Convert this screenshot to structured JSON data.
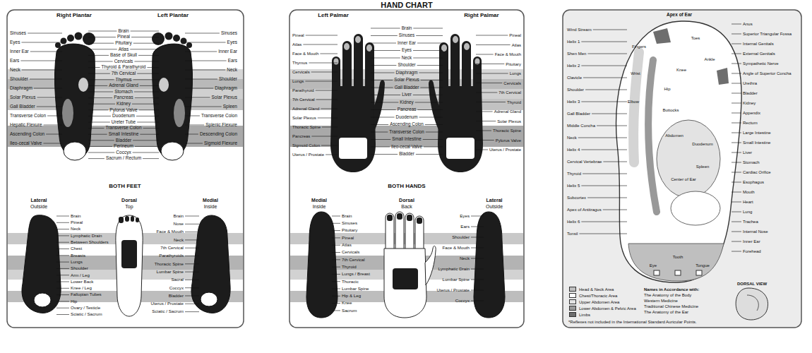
{
  "diagram": {
    "labels": [
      "HAND CHART",
      "Right Plantar",
      "Left Plantar",
      "Brain",
      "Pineal",
      "Pituitary",
      "Atlas",
      "Base of Skull",
      "Cervicals",
      "Thyroid & Parathyroid",
      "7th Cervical",
      "Thymus",
      "Adrenal Gland",
      "Stomach",
      "Pancreas",
      "Kidney",
      "Pylorus Valve",
      "Duodenum",
      "Ureter Tube",
      "Transverse Colon",
      "Small Intestine",
      "Bladder",
      "Perineum",
      "Coccyx",
      "Sacrum / Rectum",
      "Sinuses",
      "Eyes",
      "Inner Ear",
      "Ears",
      "Neck",
      "Shoulder",
      "Diaphragm",
      "Solar Plexus",
      "Gall Bladder",
      "Transverse Colon",
      "Hepatic Flexure",
      "Ascending Colon",
      "Ileo-cecal Valve",
      "Sinuses",
      "Eyes",
      "Inner Ear",
      "Ears",
      "Neck",
      "Shoulder",
      "Diaphragm",
      "Solar Plexus",
      "Spleen",
      "Transverse Colon",
      "Splenic Flexure",
      "Descending Colon",
      "Sigmoid Flexure",
      "BOTH FEET",
      "Lateral",
      "Outside",
      "Dorsal",
      "Top",
      "Medial",
      "Inside",
      "Brain",
      "Pineal",
      "Neck",
      "Lymphatic Drain",
      "Between Shoulders",
      "Chest",
      "Breasts",
      "Lungs",
      "Shoulder",
      "Arm / Leg",
      "Lower Back",
      "Knee / Leg",
      "Fallopian Tubes",
      "Hip",
      "Ovary / Testicle",
      "Sciatic / Sacrum",
      "Brain",
      "Nose",
      "Face & Mouth",
      "Neck",
      "7th Cervical",
      "Parathyroids",
      "Thoracic Spine",
      "Lumbar Spine",
      "Sacral",
      "Coccyx",
      "Bladder",
      "Uterus / Prostate",
      "Sciatic / Sacrum",
      "Left Palmar",
      "Right Palmar",
      "Brain",
      "Sinuses",
      "Inner Ear",
      "Eyes",
      "Neck",
      "Shoulder",
      "Diaphragm",
      "Solar Plexus",
      "Gall Bladder",
      "Liver",
      "Kidney",
      "Pancreas",
      "Duodenum",
      "Ascending Colon",
      "Transverse Colon",
      "Small Intestine",
      "Ileo-cecal Valve",
      "Bladder",
      "Pineal",
      "Atlas",
      "Face & Mouth",
      "Thymus",
      "Cervicals",
      "Lungs",
      "Parathyroid",
      "7th Cervical",
      "Adrenal Gland",
      "Solar Plexus",
      "Thoracic Spine",
      "Pancreas",
      "Sigmoid Colon",
      "Uterus / Prostate",
      "Pineal",
      "Atlas",
      "Face & Mouth",
      "Pituitary",
      "Lungs",
      "Cervicals",
      "7th Cervical",
      "Thyroid",
      "Adrenal Gland",
      "Solar Plexus",
      "Thoracic Spine",
      "Pylorus Valve",
      "Uterus / Prostate",
      "BOTH HANDS",
      "Medial",
      "Inside",
      "Dorsal",
      "Back",
      "Lateral",
      "Outside",
      "Brain",
      "Sinuses",
      "Pituitary",
      "Pineal",
      "Atlas",
      "Cervicals",
      "7th Cervical",
      "Thyroid",
      "Lungs / Breast",
      "Thoracic",
      "Lumbar Spine",
      "Hip & Leg",
      "Knee",
      "Sacrum",
      "Eyes",
      "Ears",
      "Shoulder",
      "Face & Mouth",
      "Neck",
      "Lymphatic Drain",
      "Lumbar Spine",
      "Uterus / Prostate",
      "Coccyx",
      "Apex of Ear",
      "Anus",
      "Superior Triangular Fossa",
      "Internal Genitals",
      "External Genitals",
      "Sympathetic Nerve",
      "Angle of Superior Concha",
      "Urethra",
      "Bladder",
      "Kidney",
      "Appendix",
      "Rectum",
      "Large Intestine",
      "Small Intestine",
      "Liver",
      "Stomach",
      "Cardiac Orifice",
      "Esophagus",
      "Mouth",
      "Heart",
      "Lung",
      "Trachea",
      "Internal Nose",
      "Inner Ear",
      "Forehead",
      "Wind Stream",
      "Helix 1",
      "Shen Men",
      "Helix 2",
      "Clavicle",
      "Shoulder",
      "Helix 3",
      "Gall Bladder",
      "Middle Concha",
      "Neck",
      "Helix 4",
      "Cervical Vertebrae",
      "Thyroid",
      "Helix 5",
      "Subcortex",
      "Apex of Antitragus",
      "Helix 6",
      "Tonsil",
      "Fingers",
      "Wrist",
      "Elbow",
      "Toes",
      "Ankle",
      "Knee",
      "Hip",
      "Buttocks",
      "Abdomen",
      "Duodenum",
      "Spleen",
      "Center of Ear",
      "Eye",
      "Tooth",
      "Tongue",
      "DORSAL VIEW",
      "Names in Accordance with:",
      "The Anatomy of the Body",
      "Western Medicine",
      "Traditional Chinese Medicine",
      "The Anatomy of the Ear",
      "*Reflexes not included in the International Standard Auricular Points."
    ],
    "legend": [
      {
        "text": "Head & Neck Area",
        "color": "#bfbfbf"
      },
      {
        "text": "Chest/Thoracic Area",
        "color": "#ffffff"
      },
      {
        "text": "Upper Abdomen Area",
        "color": "#e3e3e3"
      },
      {
        "text": "Lower Abdomen & Pelvic Area",
        "color": "#999999"
      },
      {
        "text": "Limbs",
        "color": "#6e6e6e"
      }
    ]
  }
}
